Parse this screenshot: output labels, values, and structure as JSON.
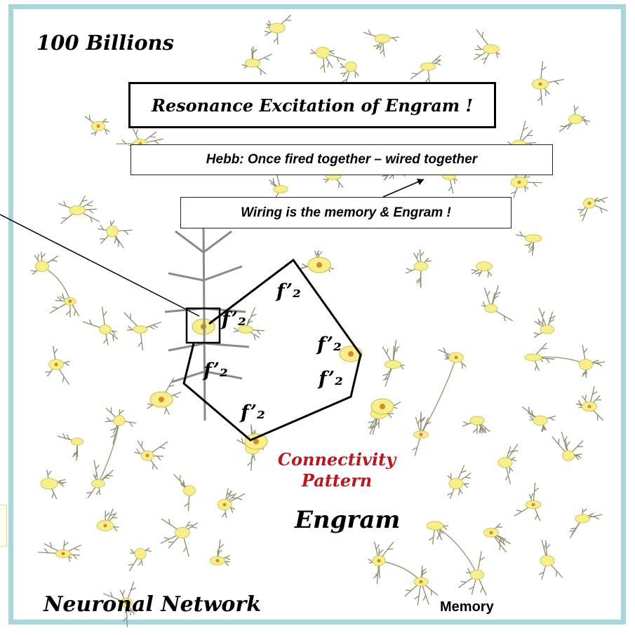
{
  "title_count": "100 Billions",
  "resonance_box": "Resonance Excitation of Engram !",
  "hebb_box": "Hebb: Once fired together – wired together",
  "wiring_box": "Wiring is the memory & Engram !",
  "f_label": "f’₂",
  "connectivity_line1": "Connectivity",
  "connectivity_line2": "Pattern",
  "engram_label": "Engram",
  "network_label": "Neuronal Network",
  "memory_label": "Memory",
  "colors": {
    "frame": "#a9d5dd",
    "neuron_fill": "#f7ef8a",
    "neuron_nucleus": "#d9882a",
    "accent_red": "#c0141c"
  }
}
